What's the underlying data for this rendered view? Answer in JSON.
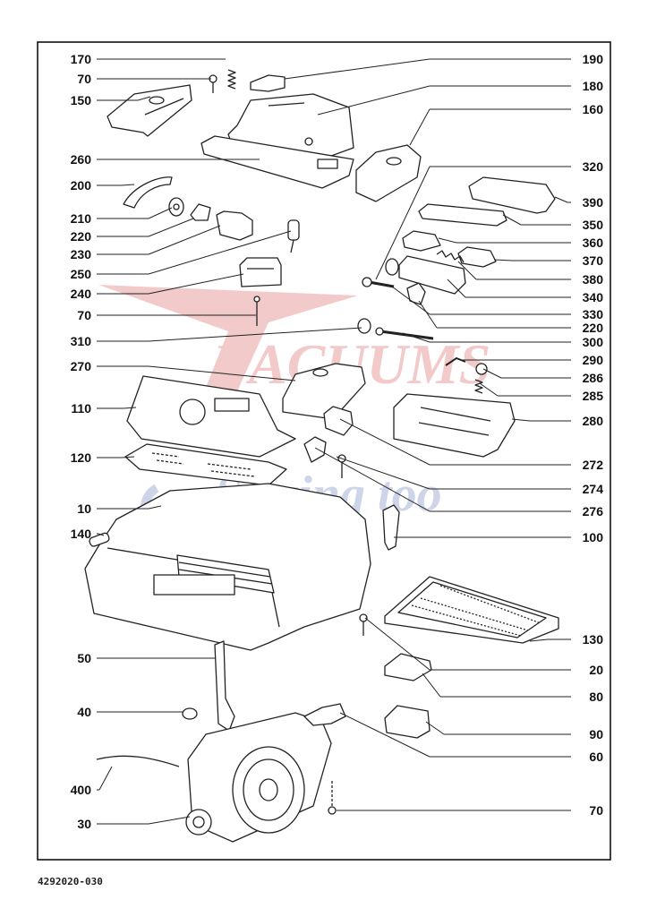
{
  "callouts_left": [
    "170",
    "70",
    "150",
    "260",
    "200",
    "210",
    "220",
    "230",
    "250",
    "240",
    "70",
    "310",
    "270",
    "110",
    "120",
    "10",
    "140",
    "50",
    "40",
    "400",
    "30"
  ],
  "callouts_right": [
    "190",
    "180",
    "160",
    "320",
    "390",
    "350",
    "360",
    "370",
    "380",
    "340",
    "330",
    "220",
    "300",
    "290",
    "286",
    "285",
    "280",
    "272",
    "274",
    "276",
    "100",
    "130",
    "20",
    "80",
    "90",
    "60",
    "70"
  ],
  "doc_number": "4292020-030",
  "watermark": {
    "main": "VACUUMS",
    "sub": "Sewing too",
    "colors": {
      "red": "#e8a0a0",
      "blue": "#a8b4d8"
    }
  },
  "colors": {
    "line": "#222222",
    "frame": "#111111"
  }
}
